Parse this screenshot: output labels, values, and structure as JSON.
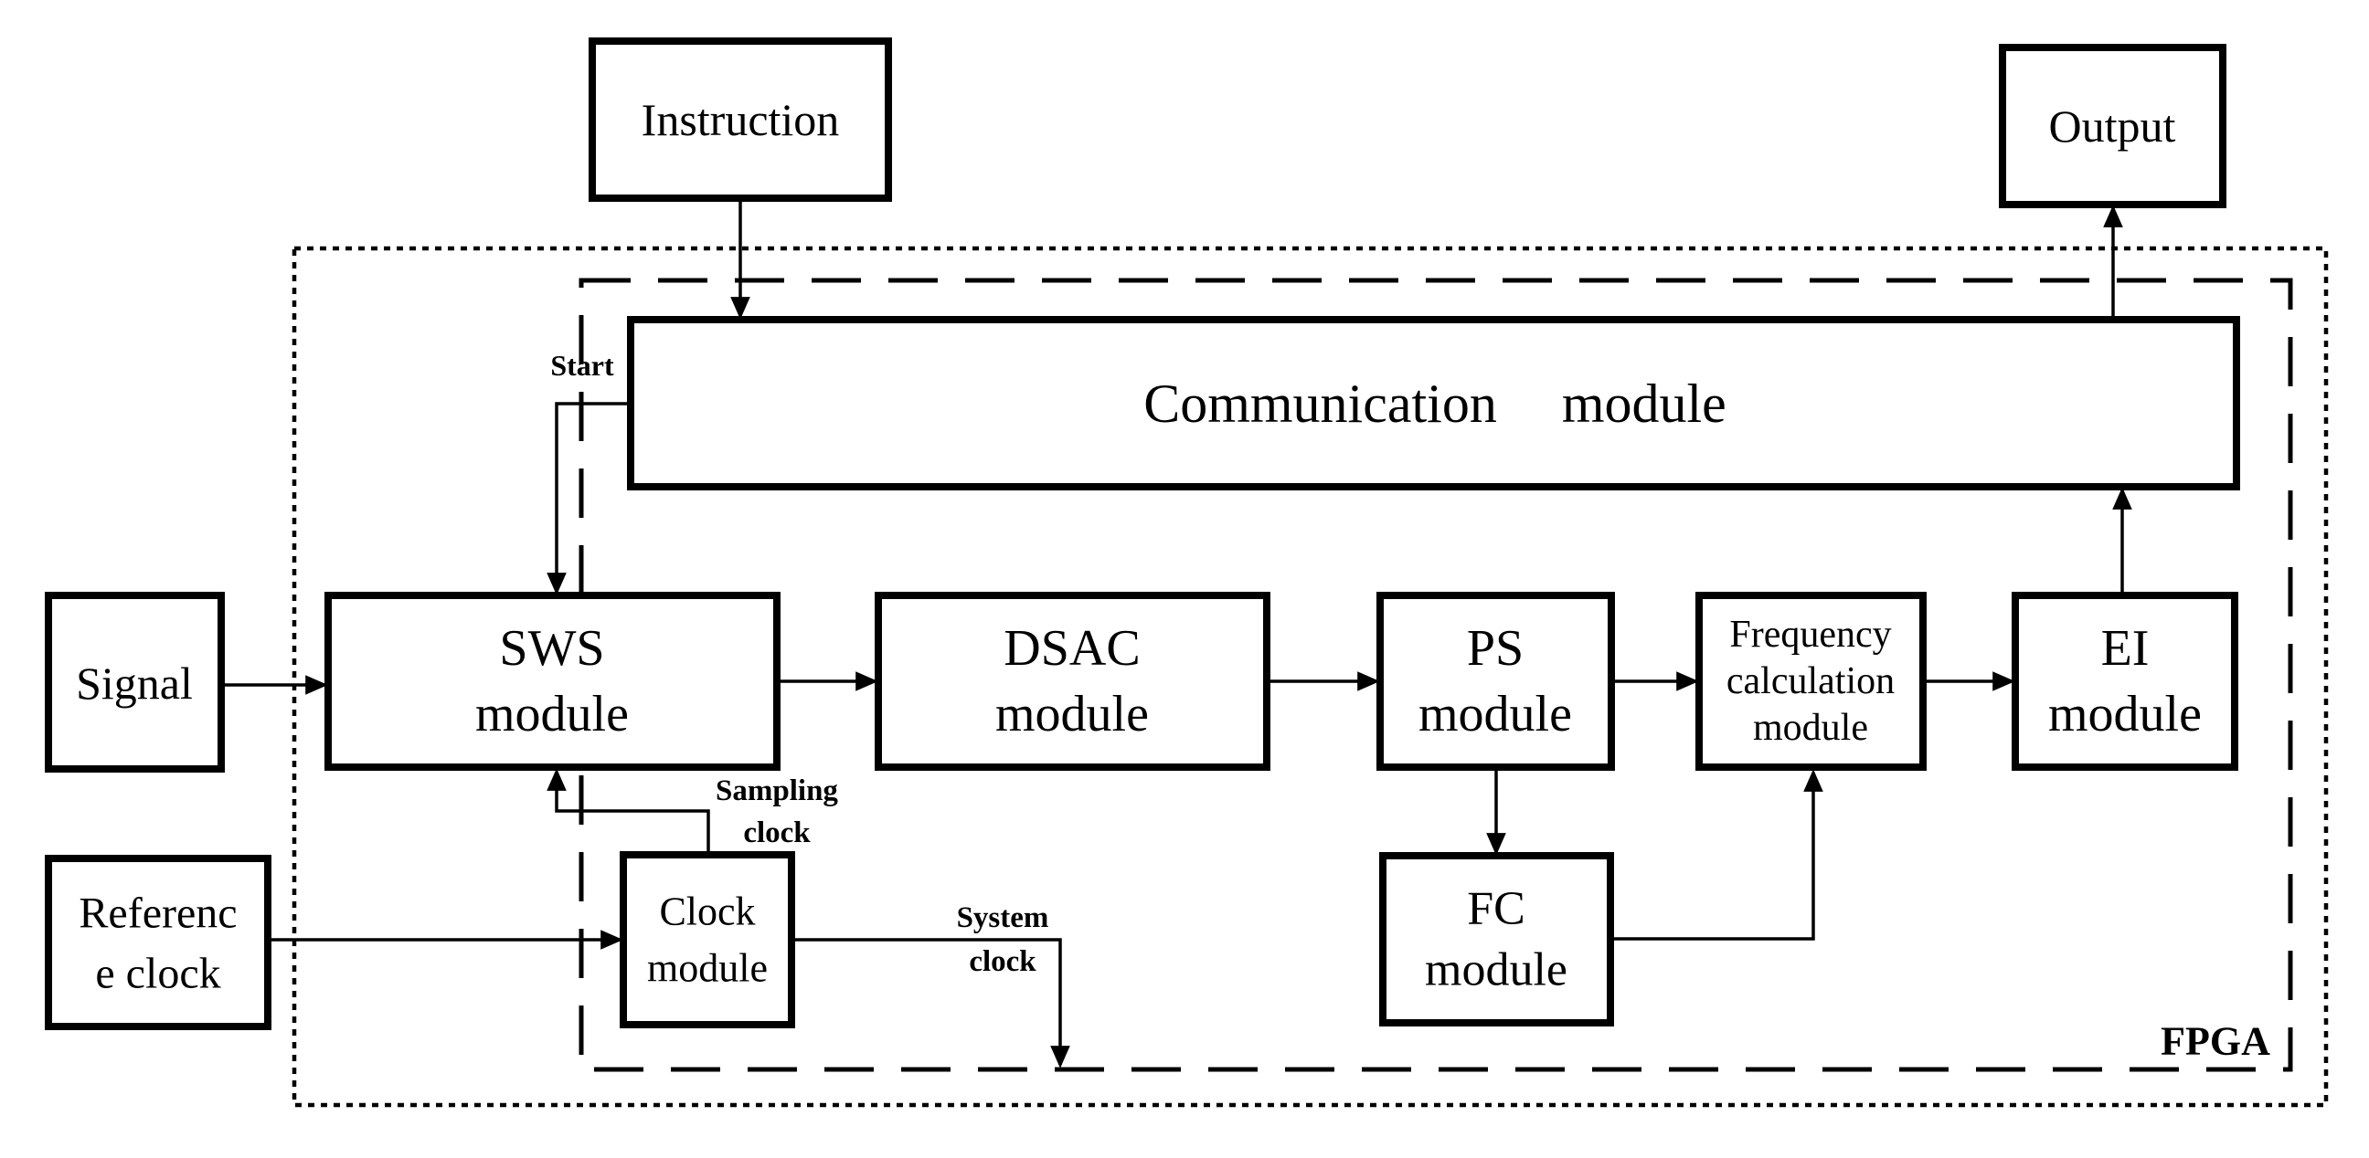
{
  "figure": {
    "type": "block-diagram",
    "description": "FPGA frequency-measurement system block diagram"
  },
  "colors": {
    "ink": "#000000",
    "box_fill": "#ffffff",
    "background": "#ffffff"
  },
  "external_blocks": {
    "instruction": {
      "label": "Instruction"
    },
    "output": {
      "label": "Output"
    },
    "signal": {
      "label": "Signal"
    },
    "reference_clock": {
      "lines": [
        "Referenc",
        "e clock"
      ]
    }
  },
  "fpga_modules": {
    "communication": {
      "label": "Communication module"
    },
    "sws": {
      "lines": [
        "SWS",
        "module"
      ]
    },
    "dsac": {
      "lines": [
        "DSAC",
        "module"
      ]
    },
    "ps": {
      "lines": [
        "PS",
        "module"
      ]
    },
    "frequency_calculation": {
      "lines": [
        "Frequency",
        "calculation",
        "module"
      ]
    },
    "ei": {
      "lines": [
        "EI",
        "module"
      ]
    },
    "clock": {
      "lines": [
        "Clock",
        "module"
      ]
    },
    "fc": {
      "lines": [
        "FC",
        "module"
      ]
    }
  },
  "connection_labels": {
    "start": "Start",
    "sampling_clock": {
      "lines": [
        "Sampling",
        "clock"
      ]
    },
    "system_clock": {
      "lines": [
        "System",
        "clock"
      ]
    }
  },
  "boundaries": {
    "fpga_label": "FPGA"
  }
}
